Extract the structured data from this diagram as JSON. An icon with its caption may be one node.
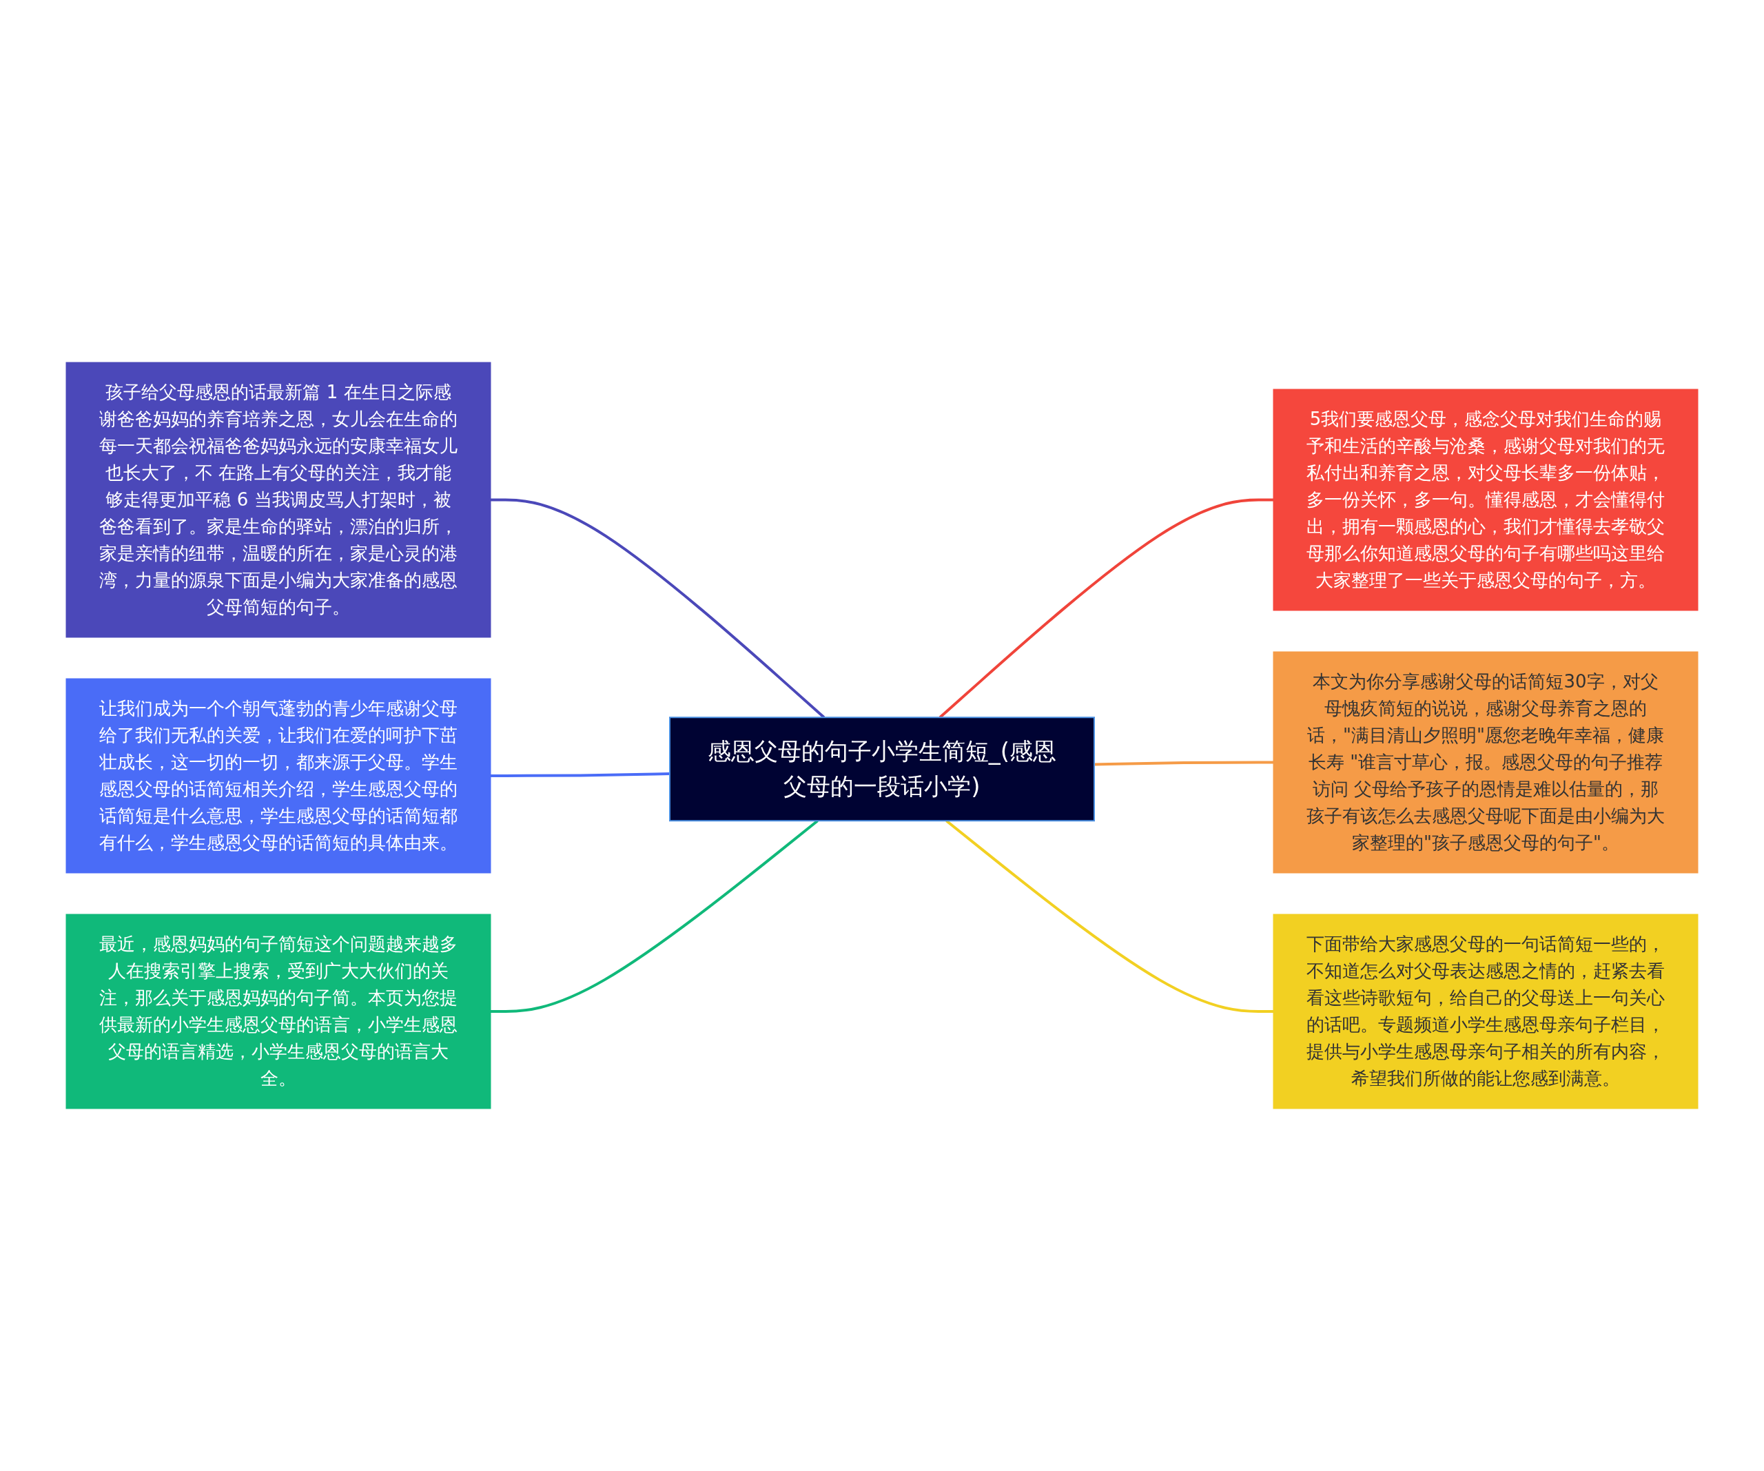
{
  "diagram": {
    "nodes": [
      {
        "text": [
          "感恩父母的句子小学生简短_(感恩父母的一段话小学)"
        ]
      },
      {
        "text": [
          "孩子给父母感恩的话最新篇 1 在生日之际感谢爸爸妈妈的养育培养之恩，女儿会在生命的每一天都会祝福爸爸妈妈永远的安康幸福女儿也长大了，不 在路上有父母的关注，我才能够走得更加平稳 6 当我调皮骂人打架时，被爸爸看到了。家是生命的驿站，漂泊的归所，家是亲情的纽带，温暖的所在，家是心灵的港湾，力量的源泉下面是小编为大家准备的感恩父母简短的句子。"
        ]
      },
      {
        "text": [
          "让我们成为一个个朝气蓬勃的青少年感谢父母给了我们无私的关爱，让我们在爱的呵护下茁壮成长，这一切的一切，都来源于父母。学生感恩父母的话简短相关介绍，学生感恩父母的话简短是什么意思，学生感恩父母的话简短都有什么，学生感恩父母的话简短的具体由来。"
        ]
      },
      {
        "text": [
          "最近，感恩妈妈的句子简短这个问题越来越多人在搜索引擎上搜索，受到广大大伙们的关注，那么关于感恩妈妈的句子简。本页为您提供最新的小学生感恩父母的语言，小学生感恩父母的语言精选，小学生感恩父母的语言大全。"
        ]
      },
      {
        "text": [
          "5我们要感恩父母，感念父母对我们生命的赐予和生活的辛酸与沧桑，感谢父母对我们的无私付出和养育之恩，对父母长辈多一份体贴，多一份关怀，多一句。懂得感恩，才会懂得付出，拥有一颗感恩的心，我们才懂得去孝敬父母那么你知道感恩父母的句子有哪些吗这里给大家整理了一些关于感恩父母的句子，方。"
        ]
      },
      {
        "text": [
          "本文为你分享感谢父母的话简短30字，对父母愧疚简短的说说，感谢父母养育之恩的话，\"满目清山夕照明\"愿您老晚年幸福，健康长寿 \"谁言寸草心，报。感恩父母的句子推荐访问 父母给予孩子的恩情是难以估量的，那孩子有该怎么去感恩父母呢下面是由小编为大家整理的\"孩子感恩父母的句子\"。"
        ]
      },
      {
        "text": [
          "下面带给大家感恩父母的一句话简短一些的，不知道怎么对父母表达感恩之情的，赶紧去看看这些诗歌短句，给自己的父母送上一句关心的话吧。专题频道小学生感恩母亲句子栏目，提供与小学生感恩母亲句子相关的所有内容，希望我们所做的能让您感到满意。"
        ]
      }
    ],
    "edges": [
      {
        "from": 1,
        "to": 0,
        "arrow": "none",
        "color": "#4b48b9"
      },
      {
        "from": 2,
        "to": 0,
        "arrow": "none",
        "color": "#4a6cf7"
      },
      {
        "from": 3,
        "to": 0,
        "arrow": "none",
        "color": "#10b97a"
      },
      {
        "from": 0,
        "to": 4,
        "arrow": "none",
        "color": "#f0443a"
      },
      {
        "from": 0,
        "to": 5,
        "arrow": "none",
        "color": "#f59b47"
      },
      {
        "from": 0,
        "to": 6,
        "arrow": "none",
        "color": "#f2d022"
      }
    ]
  }
}
